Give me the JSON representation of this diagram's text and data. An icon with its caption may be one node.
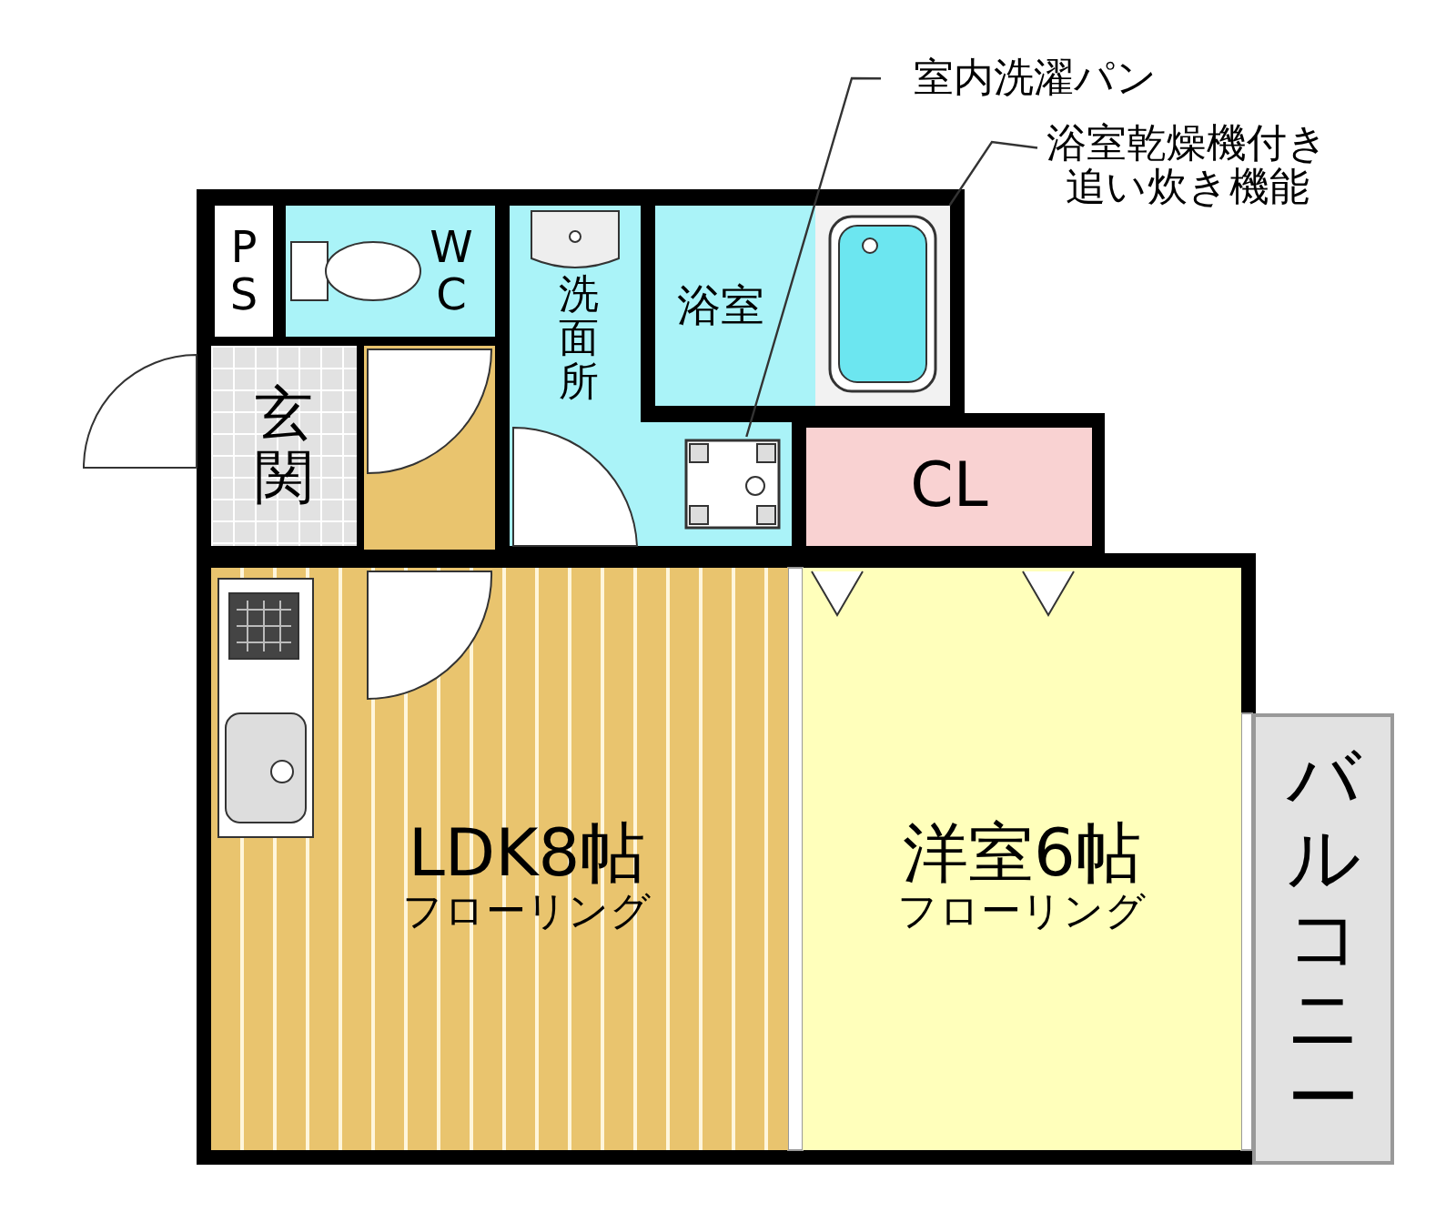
{
  "diagram": {
    "nodes": [
      {
        "text": [
          "PS"
        ]
      },
      {
        "text": [
          "WC"
        ]
      },
      {
        "text": [
          "洗面所"
        ]
      },
      {
        "text": [
          "浴室"
        ]
      },
      {
        "text": [
          "玄関"
        ]
      },
      {
        "text": [
          "CL"
        ]
      },
      {
        "text": [
          "LDK8帖",
          "フローリング"
        ]
      },
      {
        "text": [
          "洋室6帖",
          "フローリング"
        ]
      },
      {
        "text": [
          "バルコニー"
        ]
      },
      {
        "text": [
          "室内洗濯パン"
        ]
      },
      {
        "text": [],
        "shape": "picture"
      },
      {
        "text": [
          "浴室乾燥機付き追い炊き機能"
        ]
      },
      {
        "text": [],
        "shape": "picture"
      }
    ],
    "edges": [
      {
        "from": 9,
        "to": 10,
        "arrow": "none"
      },
      {
        "from": 11,
        "to": 12,
        "arrow": "none"
      }
    ]
  }
}
